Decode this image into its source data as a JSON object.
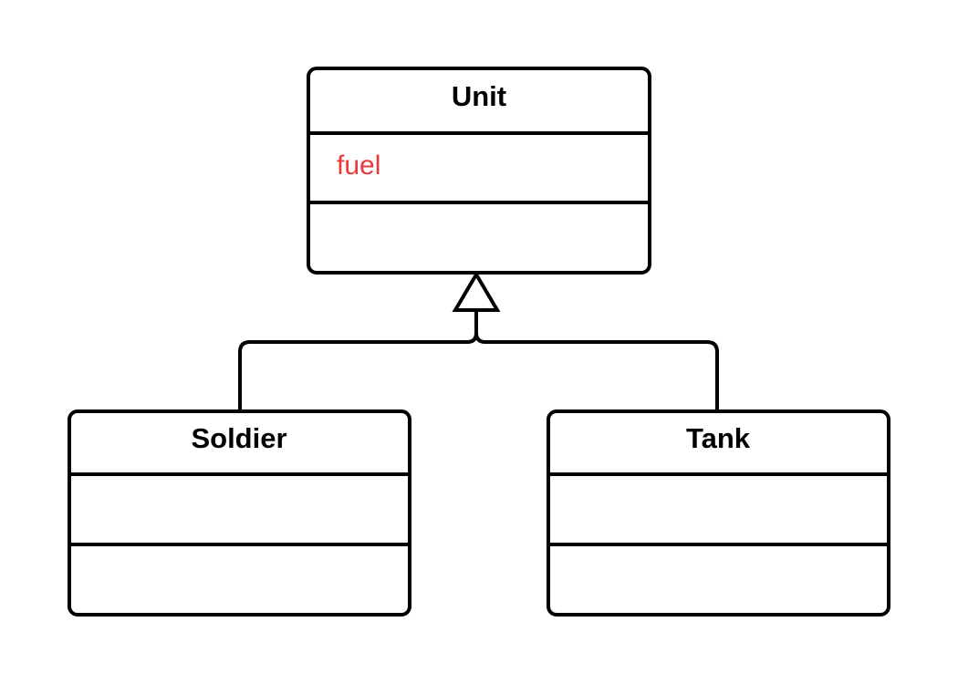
{
  "colors": {
    "stroke": "#000000",
    "background": "#ffffff",
    "highlight_text": "#e8393b"
  },
  "classes": {
    "unit": {
      "name": "Unit",
      "attributes": [
        "fuel"
      ],
      "operations": []
    },
    "soldier": {
      "name": "Soldier",
      "attributes": [],
      "operations": []
    },
    "tank": {
      "name": "Tank",
      "attributes": [],
      "operations": []
    }
  },
  "relationships": [
    {
      "type": "generalization",
      "child": "soldier",
      "parent": "unit"
    },
    {
      "type": "generalization",
      "child": "tank",
      "parent": "unit"
    }
  ]
}
